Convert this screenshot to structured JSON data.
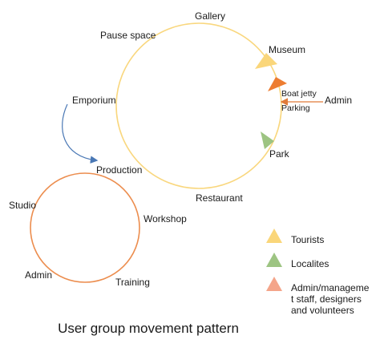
{
  "diagram": {
    "nodes": {
      "gallery": "Gallery",
      "pause_space": "Pause space",
      "museum": "Museum",
      "boat_jetty": "Boat jetty",
      "admin_right": "Admin",
      "parking": "Parking",
      "emporium": "Emporium",
      "park": "Park",
      "production": "Production",
      "restaurant": "Restaurant",
      "studio": "Studio",
      "workshop": "Workshop",
      "admin_left": "Admin",
      "training": "Training"
    },
    "colors": {
      "main_circle": "#f9d77e",
      "small_circle": "#ec8d4e",
      "tourists": "#fad67a",
      "localites": "#9dc482",
      "admin": "#ed7d31",
      "admin_legend": "#f4a58a",
      "curve_arrow": "#4a78b5",
      "admin_arrow": "#e07b39"
    },
    "legend": [
      {
        "label": "Tourists",
        "color": "#fad67a"
      },
      {
        "label": "Localites",
        "color": "#9dc482"
      },
      {
        "label": "Admin/manageme t staff, designers and volunteers",
        "color": "#f4a58a"
      }
    ],
    "caption": "User group movement pattern"
  }
}
